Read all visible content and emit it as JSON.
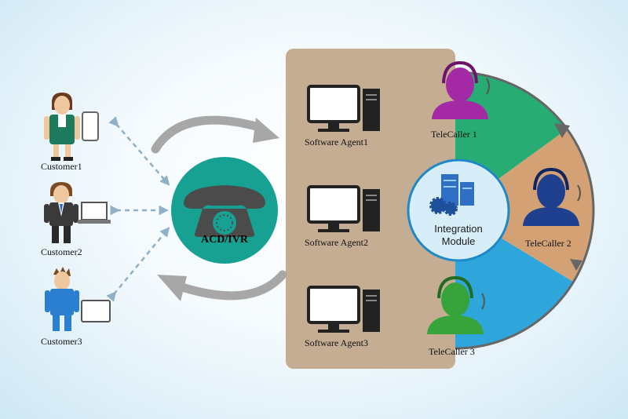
{
  "customers": [
    {
      "label": "Customer1"
    },
    {
      "label": "Customer2"
    },
    {
      "label": "Customer3"
    }
  ],
  "hub": {
    "label": "ACD/IVR"
  },
  "agents": [
    {
      "label": "Software Agent1"
    },
    {
      "label": "Software Agent2"
    },
    {
      "label": "Software Agent3"
    }
  ],
  "integration": {
    "line1": "Integration",
    "line2": "Module"
  },
  "telecallers": [
    {
      "label": "TeleCaller 1",
      "color": "#a42aa5"
    },
    {
      "label": "TeleCaller 2",
      "color": "#1f3f8f"
    },
    {
      "label": "TeleCaller 3",
      "color": "#37a43b"
    }
  ],
  "colors": {
    "panel": "#c4ad92",
    "hub": "#17a193",
    "segment_green": "#27ad74",
    "segment_tan": "#d3a173",
    "segment_blue": "#2ea6dc",
    "integration_fill": "#d7eef9",
    "arrow_gray": "#a7a7a7",
    "dashed_arrow": "#8fb0c7"
  }
}
